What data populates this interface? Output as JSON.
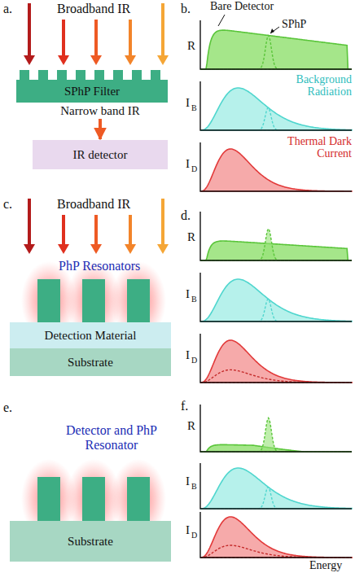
{
  "diagram": {
    "nodes": [
      {
        "text": [
          "SPhP Filter"
        ]
      },
      {
        "text": [
          "IR detector"
        ]
      },
      {
        "text": [
          "Detection Material"
        ]
      },
      {
        "text": [
          "Substrate"
        ]
      },
      {
        "text": [
          "Substrate"
        ]
      }
    ],
    "edges": [
      {
        "from": 0,
        "to": 1,
        "arrow": "to",
        "label": "Narrow band IR"
      }
    ],
    "labels": [
      "a.",
      "Broadband IR",
      "b.",
      "Bare Detector",
      "SPhP",
      "R",
      "I",
      "B",
      "Background Radiation",
      "I",
      "D",
      "Thermal Dark Current",
      "c.",
      "Broadband IR",
      "PhP Resonators",
      "d.",
      "R",
      "I",
      "B",
      "I",
      "D",
      "e.",
      "Detector and PhP Resonator",
      "f.",
      "R",
      "I",
      "B",
      "I",
      "D",
      "Energy"
    ]
  }
}
